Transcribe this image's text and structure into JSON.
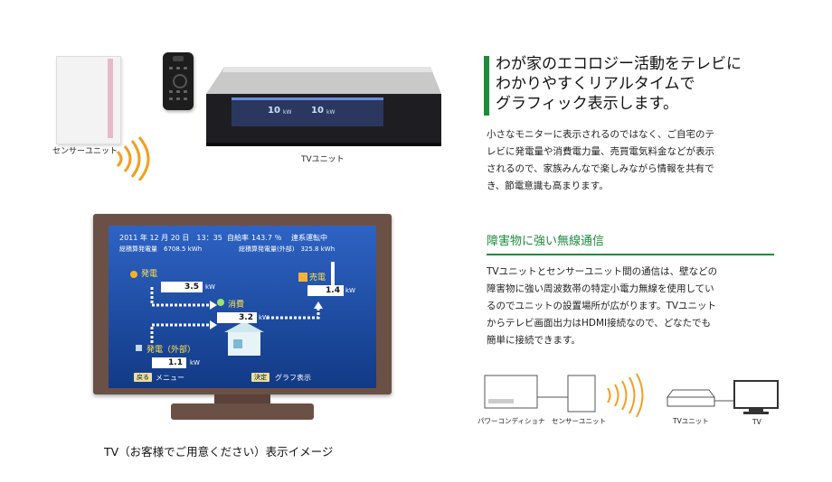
{
  "products": {
    "sensor_label": "センサーユニット",
    "tv_unit_label": "TVユニット",
    "device_display": {
      "left_value": "10",
      "left_unit": "kW",
      "right_value": "10",
      "right_unit": "kW"
    }
  },
  "tv_screen": {
    "datetime": "2011 年 12 月 20 日　13：35",
    "self_supply_label": "自給率",
    "self_supply_value": "143.7 ％",
    "grid_status": "連系運転中",
    "cumulative_generation": "総積算発電量　6708.5 kWh",
    "cumulative_external": "総積算発電量(外部)　325.8 kWh",
    "generation_label": "発電",
    "generation_value": "3.5",
    "consumption_label": "消費",
    "consumption_value": "3.2",
    "sale_label": "売電",
    "sale_value": "1.4",
    "external_label": "発電（外部）",
    "external_value": "1.1",
    "unit": "kW",
    "back_button": "戻る",
    "menu_label": "メニュー",
    "confirm_button": "決定",
    "graph_label": "グラフ表示"
  },
  "tv_caption": "TV（お客様でご用意ください）表示イメージ",
  "heading_lines": [
    "わが家のエコロジー活動をテレビに",
    "わかりやすくリアルタイムで",
    "グラフィック表示します。"
  ],
  "body1_lines": [
    "小さなモニターに表示されるのではなく、ご自宅のテ",
    "レビに発電量や消費電力量、売買電気料金などが表示",
    "されるので、家族みんなで楽しみながら情報を共有で",
    "き、節電意識も高まります。"
  ],
  "subheading": "障害物に強い無線通信",
  "body2_lines": [
    "TVユニットとセンサーユニット間の通信は、壁などの",
    "障害物に強い周波数帯の特定小電力無線を使用してい",
    "るのでユニットの設置場所が広がります。TVユニット",
    "からテレビ画面出力はHDMI接続なので、どなたでも",
    "簡単に接続できます。"
  ],
  "diagram": {
    "power_conditioner": "パワーコンディショナ",
    "sensor_unit": "センサーユニット",
    "tv_unit": "TVユニット",
    "tv": "TV"
  },
  "colors": {
    "accent_green": "#1d8a3c",
    "tv_frame": "#6b5046",
    "screen_blue": "#1a4a9a",
    "wave_orange": "#f0a020"
  }
}
